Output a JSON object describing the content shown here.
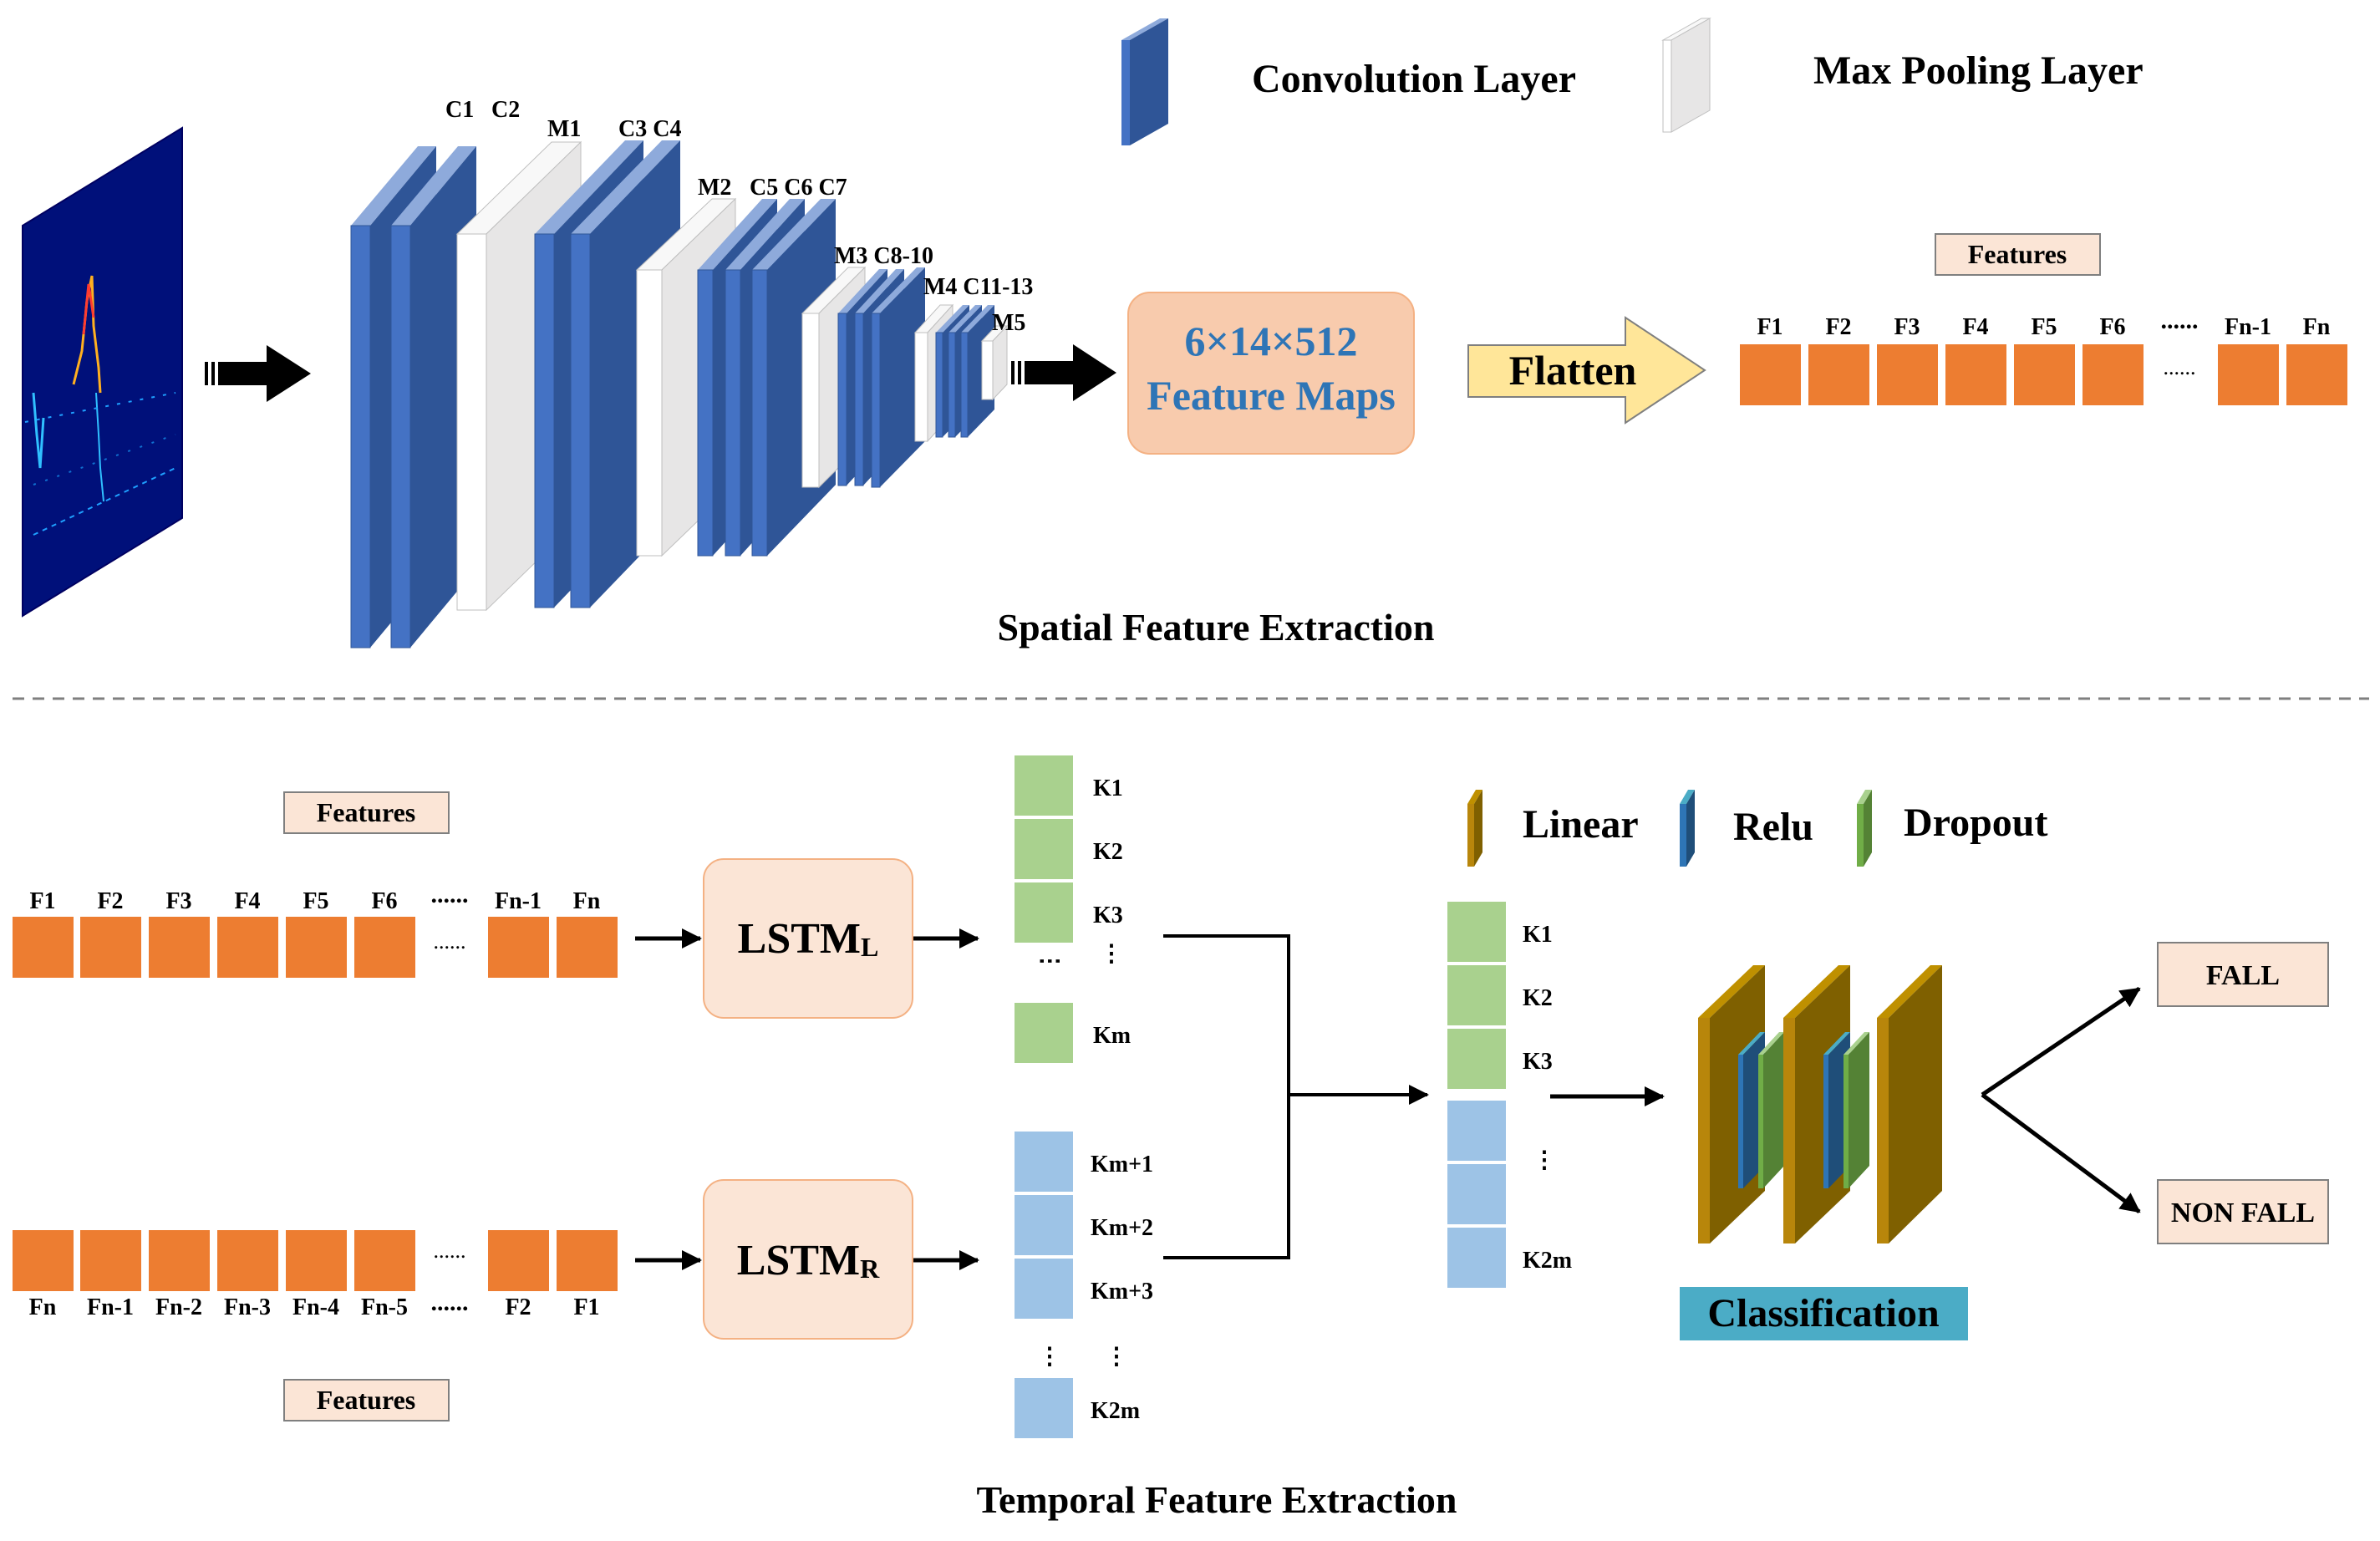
{
  "legend_top": {
    "conv": "Convolution Layer",
    "pool": "Max Pooling Layer",
    "colors": {
      "conv": "#3a5fa8",
      "pool": "#f0f0f0"
    }
  },
  "cnn_labels": {
    "c1": "C1",
    "c2": "C2",
    "m1": "M1",
    "c3c4": "C3 C4",
    "m2": "M2",
    "c5c7": "C5 C6 C7",
    "m3c8": "M3 C8-10",
    "m4c11": "M4 C11-13",
    "m5": "M5"
  },
  "feature_maps": {
    "line1": "6×14×512",
    "line2": "Feature Maps"
  },
  "flatten": "Flatten",
  "features_label": "Features",
  "top_features": [
    "F1",
    "F2",
    "F3",
    "F4",
    "F5",
    "F6",
    "Fn-1",
    "Fn"
  ],
  "dots_h": "......",
  "dots_v": "......",
  "spatial_title": "Spatial Feature Extraction",
  "temporal_title": "Temporal Feature Extraction",
  "fwd_features": [
    "F1",
    "F2",
    "F3",
    "F4",
    "F5",
    "F6",
    "Fn-1",
    "Fn"
  ],
  "bwd_features": [
    "Fn",
    "Fn-1",
    "Fn-2",
    "Fn-3",
    "Fn-4",
    "Fn-5",
    "F2",
    "F1"
  ],
  "lstm_left": {
    "main": "LSTM",
    "sub": "L"
  },
  "lstm_right": {
    "main": "LSTM",
    "sub": "R"
  },
  "k_green": [
    "K1",
    "K2",
    "K3",
    "Km"
  ],
  "k_blue": [
    "Km+1",
    "Km+2",
    "Km+3",
    "K2m"
  ],
  "k_concat": [
    "K1",
    "K2",
    "K3",
    "K2m"
  ],
  "legend_bottom": {
    "linear": "Linear",
    "relu": "Relu",
    "dropout": "Dropout"
  },
  "classification": "Classification",
  "outputs": [
    "FALL",
    "NON FALL"
  ],
  "colors": {
    "orange": "#ed7d31",
    "green": "#a9d18e",
    "blue": "#9dc3e6",
    "peach": "#fbe5d6",
    "linear": "#7f6000",
    "relu": "#1f4e79",
    "dropout": "#548235",
    "classif": "#4bacc6",
    "flatten": "#ffe699",
    "fmap_text": "#2e75b6"
  }
}
